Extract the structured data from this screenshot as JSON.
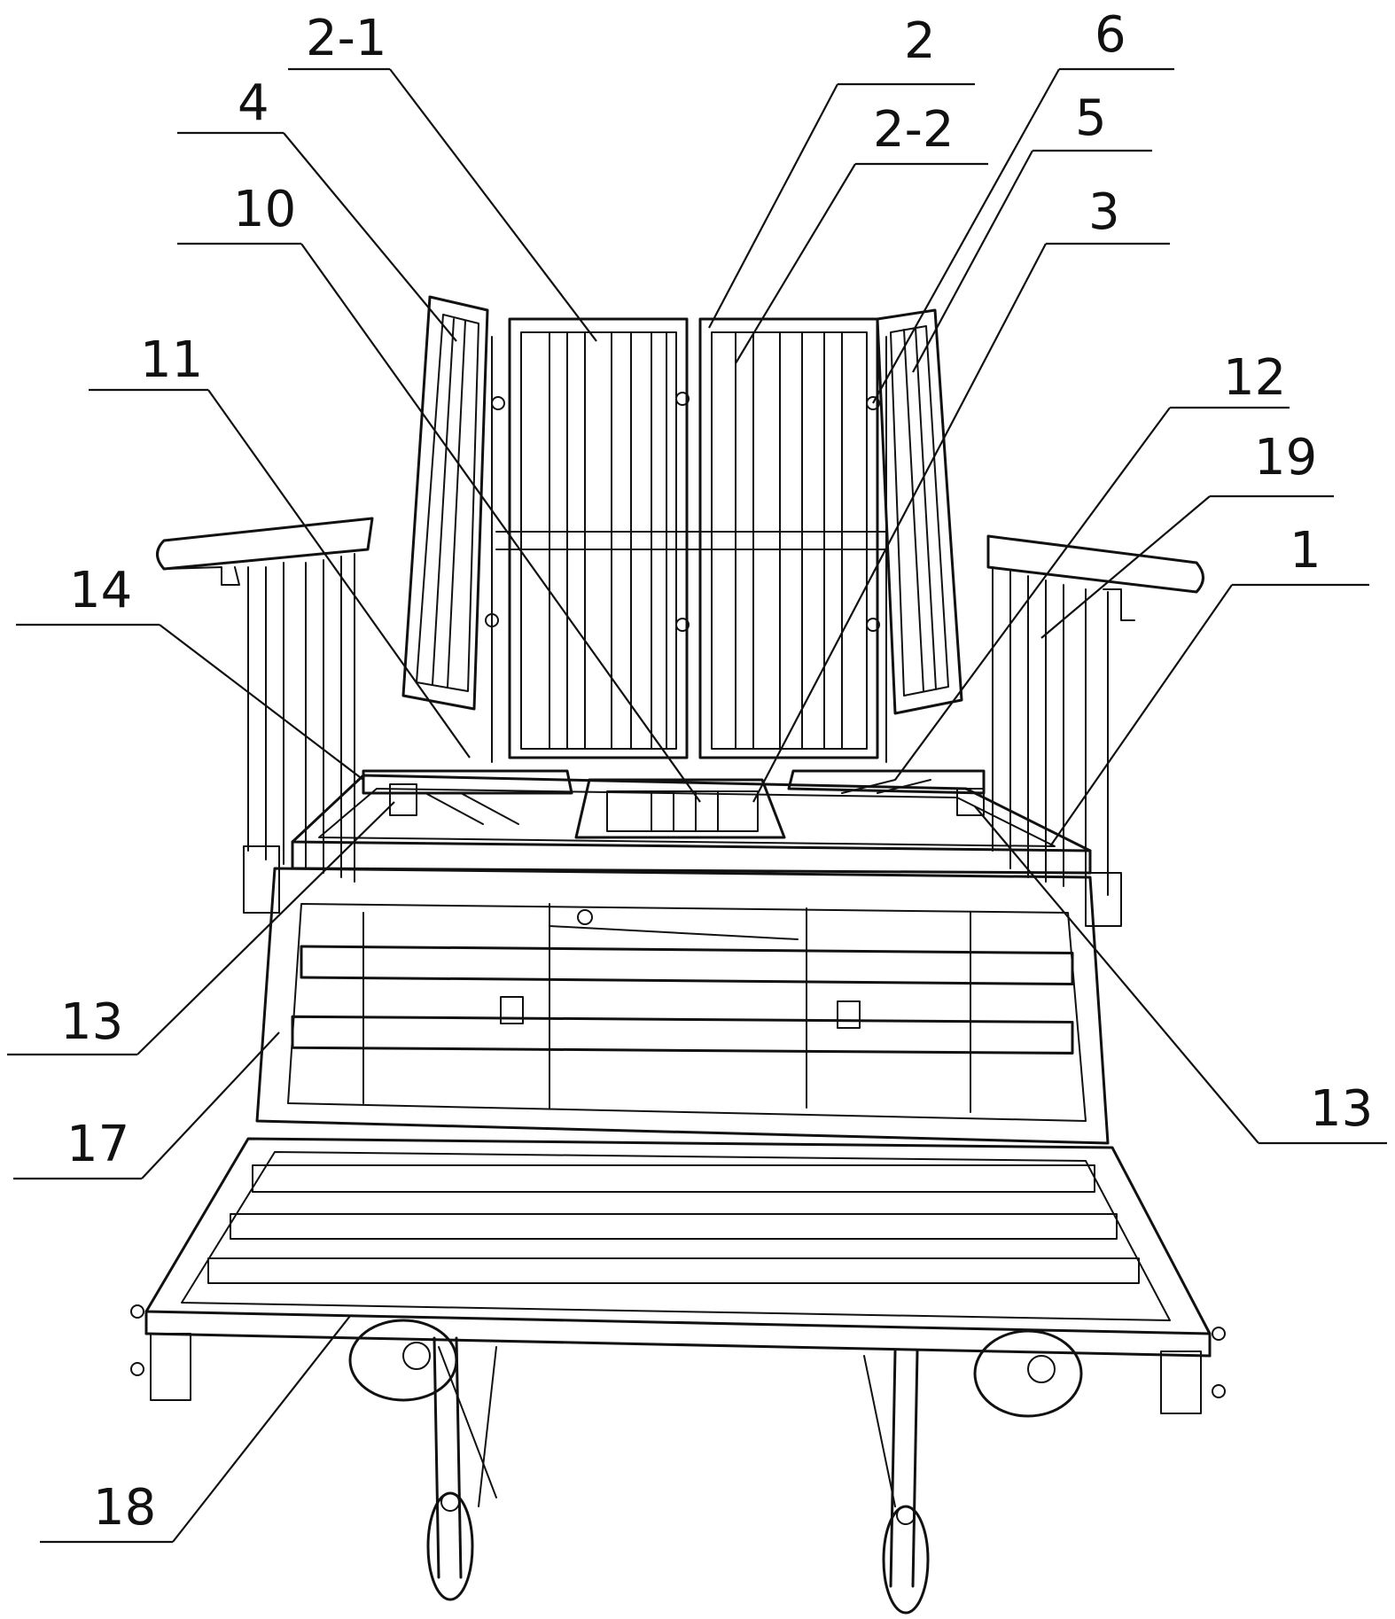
{
  "figure": {
    "background": "#ffffff",
    "line_color": "#111111",
    "labels": [
      {
        "id": "2-1",
        "text": "2-1"
      },
      {
        "id": "2",
        "text": "2"
      },
      {
        "id": "6",
        "text": "6"
      },
      {
        "id": "4",
        "text": "4"
      },
      {
        "id": "2-2",
        "text": "2-2"
      },
      {
        "id": "5",
        "text": "5"
      },
      {
        "id": "10",
        "text": "10"
      },
      {
        "id": "3",
        "text": "3"
      },
      {
        "id": "11",
        "text": "11"
      },
      {
        "id": "12",
        "text": "12"
      },
      {
        "id": "19",
        "text": "19"
      },
      {
        "id": "14",
        "text": "14"
      },
      {
        "id": "1",
        "text": "1"
      },
      {
        "id": "13a",
        "text": "13"
      },
      {
        "id": "13b",
        "text": "13"
      },
      {
        "id": "17",
        "text": "17"
      },
      {
        "id": "18",
        "text": "18"
      }
    ]
  }
}
